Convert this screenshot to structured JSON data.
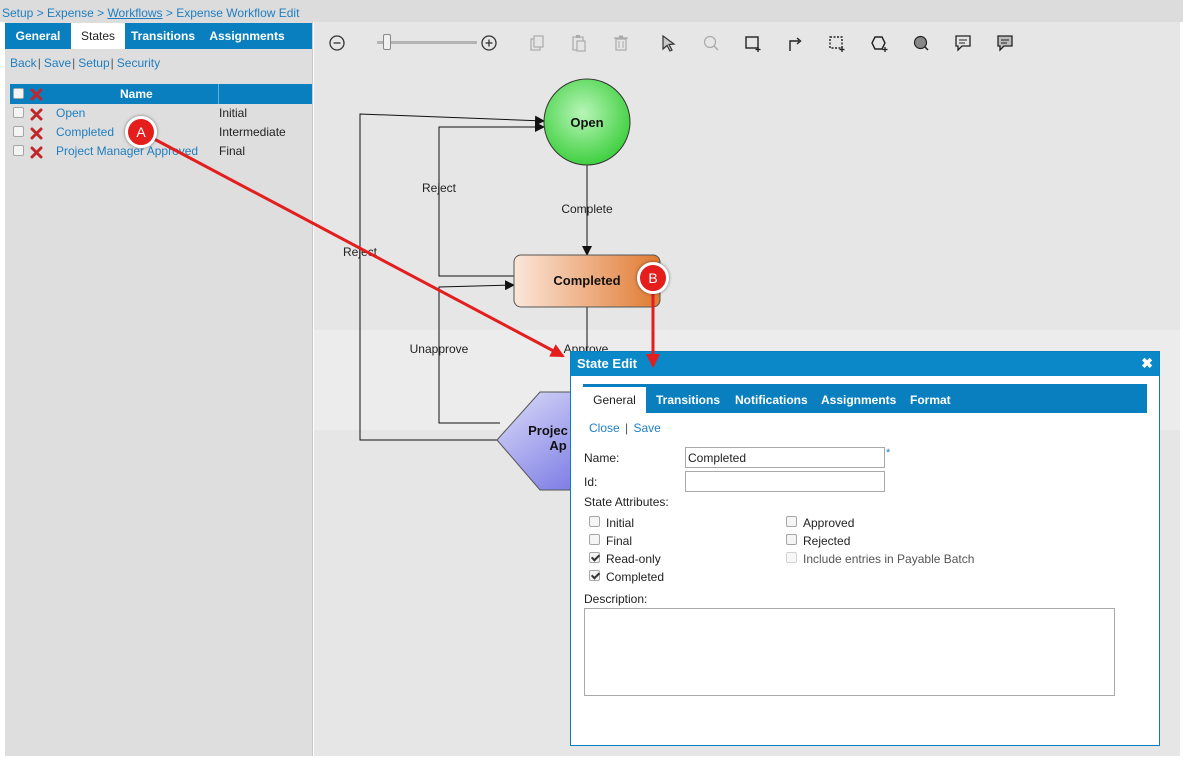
{
  "breadcrumb": {
    "setup": "Setup",
    "sep1": " > ",
    "expense": "Expense",
    "sep2": " > ",
    "workflows": "Workflows",
    "sep3": " > ",
    "current": "Expense Workflow Edit"
  },
  "left_tabs": [
    "General",
    "States",
    "Transitions",
    "Assignments"
  ],
  "left_links": [
    "Back",
    "Save",
    "Setup",
    "Security"
  ],
  "states_table": {
    "header_name": "Name",
    "rows": [
      {
        "name": "Open",
        "type": "Initial"
      },
      {
        "name": "Completed",
        "type": "Intermediate"
      },
      {
        "name": "Project Manager Approved",
        "type": "Final"
      }
    ]
  },
  "toolbar": {
    "icons": [
      "zoom-out-icon",
      "zoom-slider",
      "zoom-in-icon",
      "copy-icon",
      "paste-icon",
      "delete-icon",
      "pointer-icon",
      "lasso-icon",
      "add-state-icon",
      "add-transition-icon",
      "select-area-icon",
      "add-shape-icon",
      "fill-icon",
      "add-note-icon",
      "comment-icon"
    ]
  },
  "diagram": {
    "nodes": {
      "open": "Open",
      "completed": "Completed",
      "approved_line1": "Projec",
      "approved_line2": "Ap"
    },
    "edge_labels": {
      "complete": "Complete",
      "reject_inner": "Reject",
      "reject_outer": "Reject",
      "unapprove": "Unapprove",
      "approve": "Approve"
    },
    "colors": {
      "open_fill": "#40d040",
      "completed_fill": "#e07a30",
      "approved_fill": "#7070e0",
      "annotation_arrow": "#e41d1d"
    }
  },
  "annotations": {
    "marker_a": "A",
    "marker_b": "B"
  },
  "modal": {
    "title": "State Edit",
    "close_glyph": "✖",
    "tabs": [
      "General",
      "Transitions",
      "Notifications",
      "Assignments",
      "Format"
    ],
    "links": {
      "close": "Close",
      "separator": "|",
      "save": "Save"
    },
    "fields": {
      "name_label": "Name:",
      "name_value": "Completed",
      "required_mark": "*",
      "id_label": "Id:",
      "id_value": "",
      "attributes_label": "State Attributes:",
      "description_label": "Description:",
      "description_value": ""
    },
    "attributes": [
      {
        "label": "Initial",
        "checked": false,
        "disabled": false
      },
      {
        "label": "Final",
        "checked": false,
        "disabled": false
      },
      {
        "label": "Read-only",
        "checked": true,
        "disabled": false
      },
      {
        "label": "Completed",
        "checked": true,
        "disabled": false
      },
      {
        "label": "Approved",
        "checked": false,
        "disabled": false
      },
      {
        "label": "Rejected",
        "checked": false,
        "disabled": false
      },
      {
        "label": "Include entries in Payable Batch",
        "checked": false,
        "disabled": true
      }
    ]
  }
}
